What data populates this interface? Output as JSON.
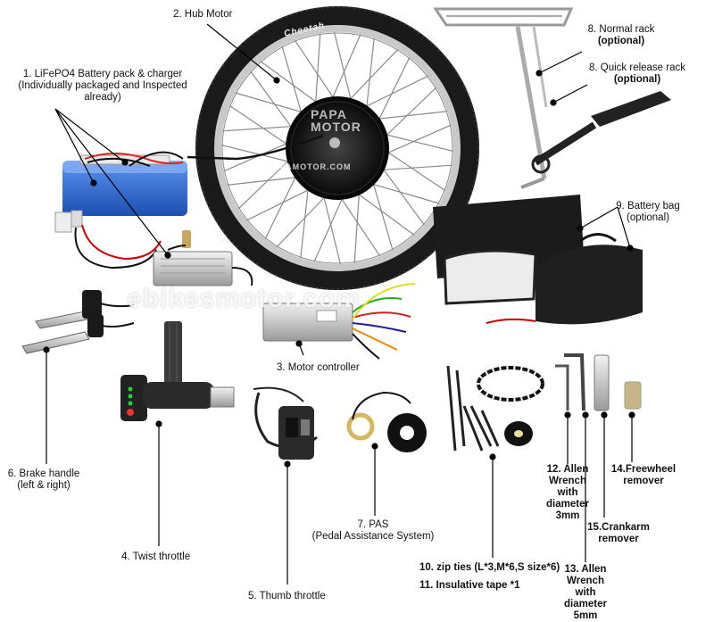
{
  "labels": {
    "battery": [
      "1. LiFePO4 Battery pack & charger",
      "(Individually packaged and Inspected",
      "already)"
    ],
    "hub_motor": "2. Hub Motor",
    "controller": "3. Motor controller",
    "twist_throttle": "4. Twist throttle",
    "thumb_throttle": "5. Thumb throttle",
    "brake_handle": [
      "6. Brake handle",
      "(left & right)"
    ],
    "pas": [
      "7. PAS",
      "(Pedal Assistance System)"
    ],
    "normal_rack": [
      "8. Normal rack",
      "(optional)"
    ],
    "quick_rack": [
      "8. Quick release rack",
      "(optional)"
    ],
    "battery_bag": [
      "9. Battery bag",
      "(optional)"
    ],
    "zip_ties": "10. zip ties (L*3,M*6,S size*6)",
    "tape": "11. Insulative tape *1",
    "allen_3": [
      "12. Allen",
      "Wrench",
      "with",
      "diameter",
      "3mm"
    ],
    "allen_5": [
      "13. Allen",
      "Wrench",
      "with",
      "diameter",
      "5mm"
    ],
    "freewheel": [
      "14.Freewheel",
      "remover"
    ],
    "crankarm": [
      "15.Crankarm",
      "remover"
    ]
  },
  "watermark": {
    "main": "ebikesmotor.com",
    "brand": "PAPA",
    "brand_sub": "MOTOR",
    "url": "PAPAMOTOR.COM"
  },
  "tire_text": "Cheetah",
  "colors": {
    "battery_blue": "#2f6fd6",
    "tire": "#1a1a1a",
    "rim": "#c9c9c9",
    "controller": "#d6d6d6",
    "leader_line": "#000000"
  }
}
